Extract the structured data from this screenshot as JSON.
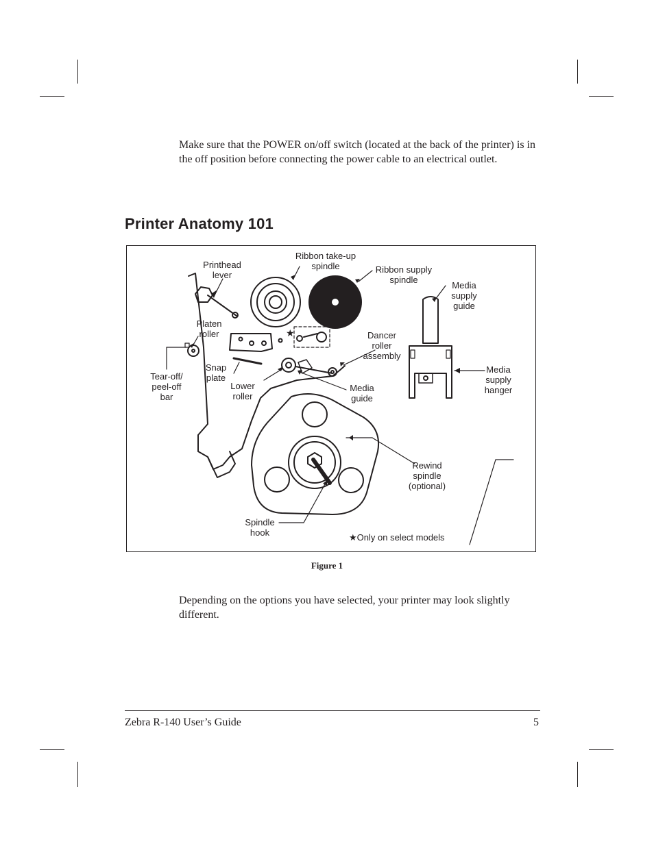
{
  "intro_text": "Make sure that the POWER on/off switch (located at the back of the printer) is in the off position before connecting the power cable to an electrical outlet.",
  "section_heading": "Printer Anatomy 101",
  "figure": {
    "labels": {
      "printhead_lever": "Printhead\nlever",
      "ribbon_takeup_spindle": "Ribbon take-up\nspindle",
      "ribbon_supply_spindle": "Ribbon supply\nspindle",
      "media_supply_guide": "Media\nsupply\nguide",
      "platen_roller": "Platen\nroller",
      "dancer_roller_assembly": "Dancer\nroller\nassembly",
      "snap_plate": "Snap\nplate",
      "tear_off_bar": "Tear-off/\npeel-off\nbar",
      "lower_roller": "Lower\nroller",
      "media_guide": "Media\nguide",
      "media_supply_hanger": "Media\nsupply\nhanger",
      "rewind_spindle": "Rewind\nspindle\n(optional)",
      "spindle_hook": "Spindle\nhook",
      "select_models_note": "Only on select models"
    },
    "star_symbol": "★",
    "caption": "Figure 1"
  },
  "outro_text": "Depending on the options you have selected, your printer may look slightly different.",
  "footer": {
    "guide_title": "Zebra R-140 User’s Guide",
    "page_number": "5"
  }
}
